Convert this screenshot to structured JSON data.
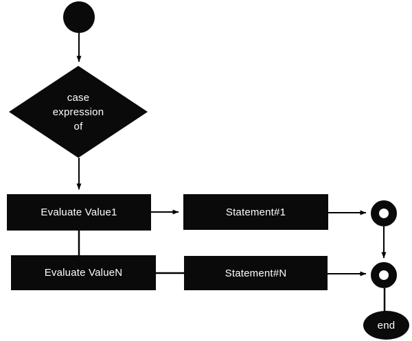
{
  "diagram": {
    "type": "flowchart",
    "colors": {
      "background": "#ffffff",
      "node_fill": "#0a0a0a",
      "node_text": "#ffffff",
      "connector": "#000000"
    },
    "nodes": {
      "start": {
        "shape": "filled-circle",
        "label": ""
      },
      "decision": {
        "shape": "diamond",
        "lines": [
          "case",
          "expression",
          "of"
        ]
      },
      "evaluate1": {
        "shape": "rectangle",
        "label": "Evaluate Value1"
      },
      "statement1": {
        "shape": "rectangle",
        "label": "Statement#1"
      },
      "evaluateN": {
        "shape": "rectangle",
        "label": "Evaluate ValueN"
      },
      "statementN": {
        "shape": "rectangle",
        "label": "Statement#N"
      },
      "connector1": {
        "shape": "ring"
      },
      "connector2": {
        "shape": "ring"
      },
      "end": {
        "shape": "ellipse",
        "label": "end"
      }
    },
    "edges": [
      {
        "from": "start",
        "to": "decision",
        "arrowhead": true
      },
      {
        "from": "decision",
        "to": "evaluate1",
        "arrowhead": true
      },
      {
        "from": "evaluate1",
        "to": "statement1",
        "arrowhead": true
      },
      {
        "from": "statement1",
        "to": "connector1",
        "arrowhead": true
      },
      {
        "from": "connector1",
        "to": "connector2",
        "arrowhead": true
      },
      {
        "from": "evaluate1",
        "to": "evaluateN",
        "arrowhead": false
      },
      {
        "from": "evaluateN",
        "to": "statementN",
        "arrowhead": false
      },
      {
        "from": "statementN",
        "to": "connector2",
        "arrowhead": true
      },
      {
        "from": "connector2",
        "to": "end",
        "arrowhead": false
      }
    ]
  }
}
